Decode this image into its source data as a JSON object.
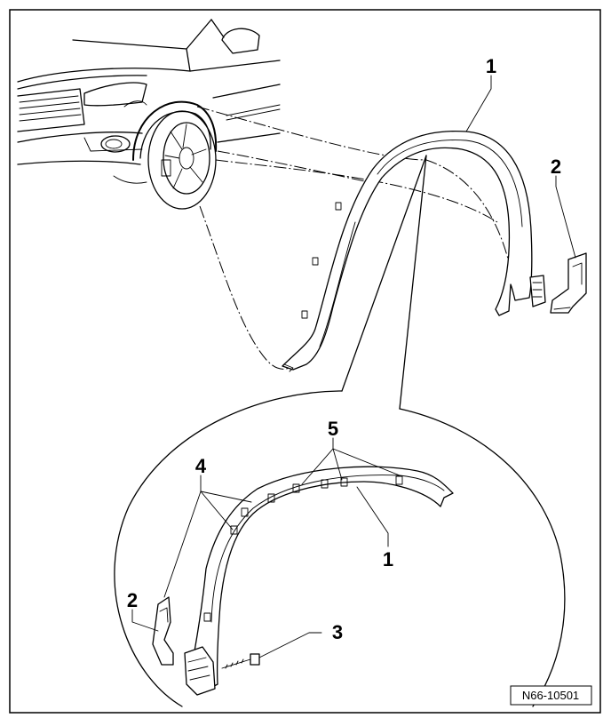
{
  "callouts": {
    "top_trim": "1",
    "top_bracket": "2",
    "detail_trim": "1",
    "detail_bracket": "2",
    "screw": "3",
    "clips_left": "4",
    "clips_top": "5"
  },
  "figure_id": "N66-10501"
}
